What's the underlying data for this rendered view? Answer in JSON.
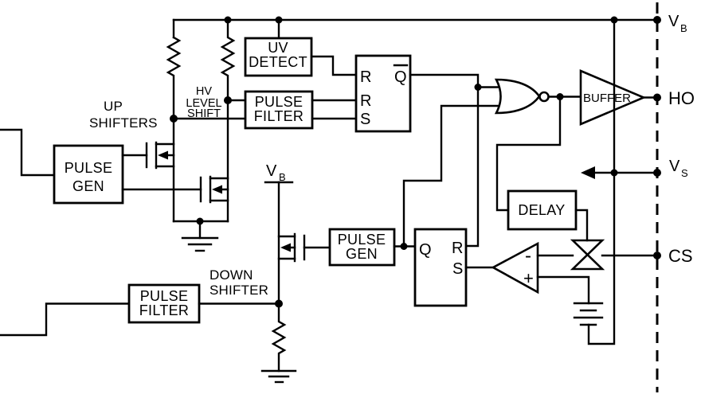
{
  "diagram": {
    "terminals": {
      "vb": {
        "main": "V",
        "sub": "B"
      },
      "ho": {
        "label": "HO"
      },
      "vs": {
        "main": "V",
        "sub": "S"
      },
      "cs": {
        "label": "CS"
      }
    },
    "supply_vb": {
      "main": "V",
      "sub": "B"
    },
    "annotations": {
      "up_line1": "UP",
      "up_line2": "SHIFTERS",
      "hv_line1": "HV",
      "hv_line2": "LEVEL",
      "hv_line3": "SHIFT",
      "down_line1": "DOWN",
      "down_line2": "SHIFTER"
    },
    "blocks": {
      "uv_detect": {
        "line1": "UV",
        "line2": "DETECT"
      },
      "pulse_filter_top": {
        "line1": "PULSE",
        "line2": "FILTER"
      },
      "pulse_gen_top": {
        "line1": "PULSE",
        "line2": "GEN"
      },
      "pulse_gen_mid": {
        "line1": "PULSE",
        "line2": "GEN"
      },
      "pulse_filter_bottom": {
        "line1": "PULSE",
        "line2": "FILTER"
      },
      "delay": {
        "label": "DELAY"
      },
      "buffer": {
        "label": "BUFFER"
      }
    },
    "latch_top": {
      "in1": "R",
      "in2": "R",
      "in3": "S",
      "out": "Q"
    },
    "latch_bottom": {
      "q": "Q",
      "r": "R",
      "s": "S"
    },
    "comparator": {
      "minus": "-",
      "plus": "+"
    },
    "colors": {
      "line": "#000000",
      "background": "#ffffff"
    }
  }
}
